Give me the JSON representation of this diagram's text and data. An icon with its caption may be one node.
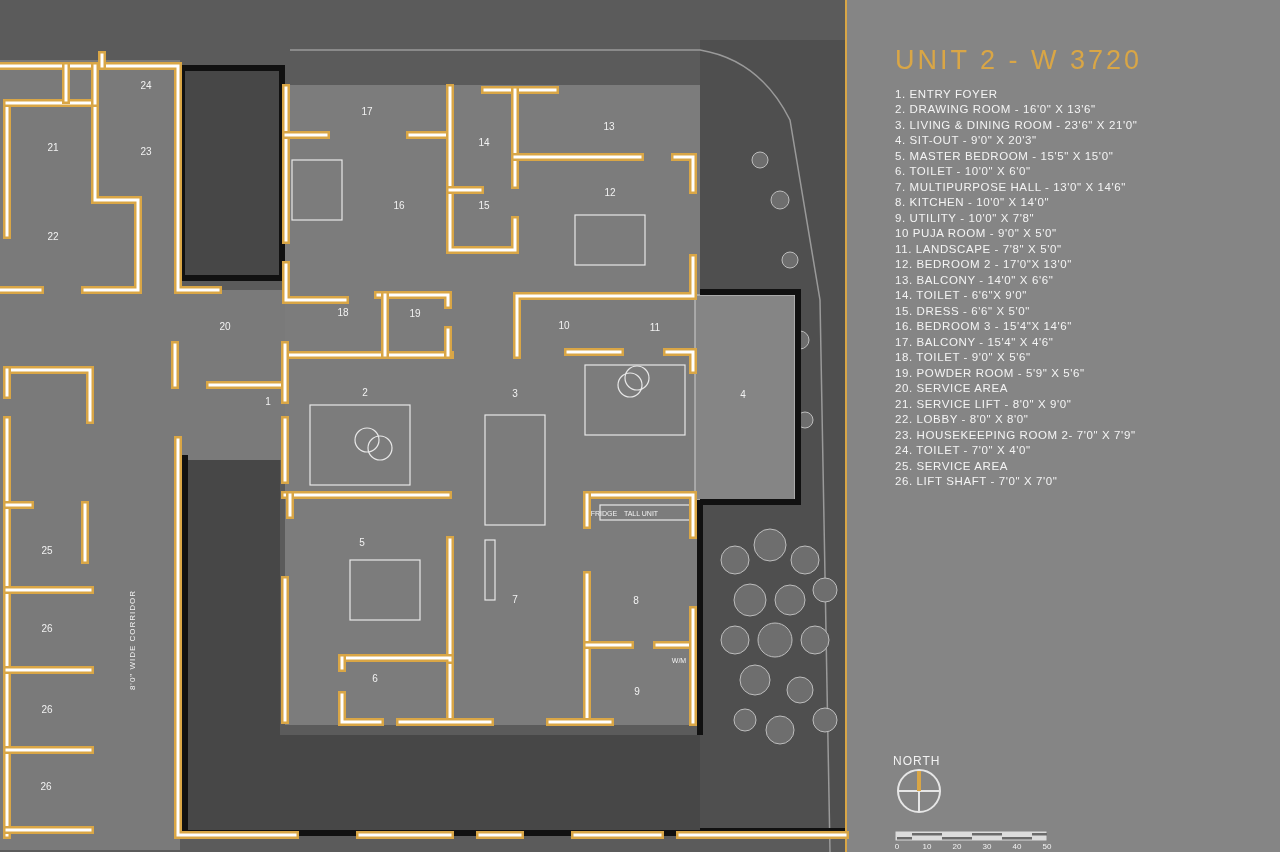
{
  "diagram": {
    "title": "UNIT 2 - W 3720",
    "labels": [
      "24",
      "17",
      "13",
      "21",
      "14",
      "23",
      "12",
      "16",
      "15",
      "22",
      "20",
      "18",
      "19",
      "10",
      "11",
      "2",
      "3",
      "4",
      "1",
      "FRIDGE",
      "TALL UNIT",
      "5",
      "25",
      "7",
      "8",
      "26",
      "W/M",
      "6",
      "9",
      "26",
      "26",
      "8'0\" WIDE CORRIDOR",
      "1. ENTRY FOYER",
      "2. DRAWING ROOM - 16'0\" X 13'6\"",
      "3. LIVING & DINING ROOM - 23'6\" X 21'0\"",
      "4. SIT-OUT - 9'0\" X 20'3\"",
      "5. MASTER BEDROOM - 15'5\" X 15'0\"",
      "6. TOILET - 10'0\" X 6'0\"",
      "7. MULTIPURPOSE HALL - 13'0\" X 14'6\"",
      "8. KITCHEN - 10'0\" X 14'0\"",
      "9. UTILITY - 10'0\" X 7'8\"",
      "10 PUJA ROOM - 9'0\" X 5'0\"",
      "11. LANDSCAPE - 7'8\" X 5'0\"",
      "12. BEDROOM 2 - 17'0\"X 13'0\"",
      "13. BALCONY - 14'0\" X 6'6\"",
      "14. TOILET - 6'6\"X 9'0\"",
      "15. DRESS - 6'6\" X 5'0\"",
      "16. BEDROOM 3 - 15'4\"X 14'6\"",
      "17. BALCONY - 15'4\" X 4'6\"",
      "18. TOILET - 9'0\" X 5'6\"",
      "19. POWDER ROOM - 5'9\" X 5'6\"",
      "20. SERVICE AREA",
      "21. SERVICE LIFT - 8'0\" X 9'0\"",
      "22. LOBBY - 8'0\" X 8'0\"",
      "23. HOUSEKEEPING ROOM 2- 7'0\" X 7'9\"",
      "24. TOILET - 7'0\" X 4'0\"",
      "25. SERVICE AREA",
      "26. LIFT SHAFT - 7'0\" X 7'0\"",
      "NORTH",
      "0",
      "10",
      "20",
      "30",
      "40",
      "50"
    ]
  }
}
